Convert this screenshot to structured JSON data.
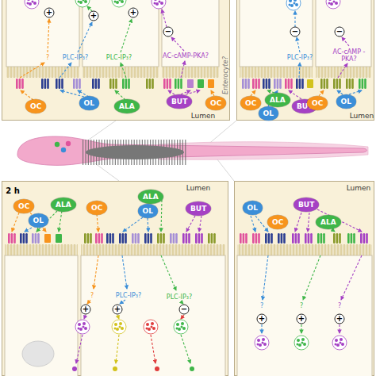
{
  "diagram": {
    "nodes": [
      {
        "text": [
          "Lumen"
        ]
      },
      {
        "text": [
          "OC"
        ],
        "in": 0
      },
      {
        "text": [
          "OL"
        ],
        "in": 0
      },
      {
        "text": [
          "ALA"
        ],
        "in": 0
      },
      {
        "text": [
          "BUT"
        ],
        "in": 0
      },
      {
        "text": [
          "OC"
        ],
        "in": 0
      },
      {
        "text": [
          "Lumen"
        ]
      },
      {
        "text": [
          "OC"
        ],
        "in": 6
      },
      {
        "text": [
          "ALA"
        ],
        "in": 6
      },
      {
        "text": [
          "BUT"
        ],
        "in": 6
      },
      {
        "text": [
          "OL"
        ],
        "in": 6
      },
      {
        "text": [
          "OC"
        ],
        "in": 6
      },
      {
        "text": [
          "OL"
        ],
        "in": 6
      },
      {
        "text": [
          "Lumen"
        ]
      },
      {
        "text": [
          "OC"
        ],
        "in": 13
      },
      {
        "text": [
          "ALA"
        ],
        "in": 13
      },
      {
        "text": [
          "OL"
        ],
        "in": 13
      },
      {
        "text": [
          "OC"
        ],
        "in": 13
      },
      {
        "text": [
          "ALA"
        ],
        "in": 13
      },
      {
        "text": [
          "OL"
        ],
        "in": 13
      },
      {
        "text": [
          "BUT"
        ],
        "in": 13
      },
      {
        "text": [
          "Lumen"
        ]
      },
      {
        "text": [
          "OL"
        ],
        "in": 21
      },
      {
        "text": [
          "BUT"
        ],
        "in": 21
      },
      {
        "text": [
          "OC"
        ],
        "in": 21
      },
      {
        "text": [
          "ALA"
        ],
        "in": 21
      }
    ],
    "labels": [
      "+",
      "+",
      "+",
      "−",
      "?",
      "PLC-IP₃?",
      "PLC-IP₃?",
      "AC-cAMP-PKA?",
      "Enterocyte?",
      "−",
      "−",
      "PLC-IP₃?",
      "AC-cAMP -PKA?",
      "2 h",
      "?",
      "PLC-IP₃?",
      "PLC-IP₃?",
      "+",
      "+",
      "−",
      "?",
      "?",
      "?",
      "+",
      "+",
      "+"
    ]
  }
}
